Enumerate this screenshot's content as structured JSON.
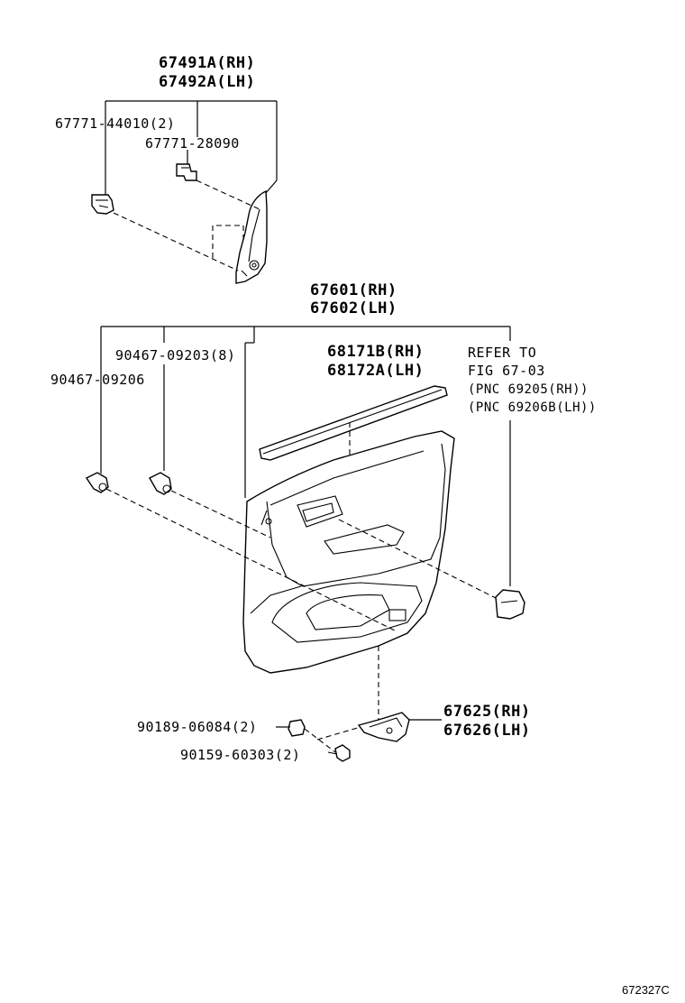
{
  "labels": {
    "trim_rh": "67491A(RH)",
    "trim_lh": "67492A(LH)",
    "clip_a": "67771-44010(2)",
    "clip_b": "67771-28090",
    "panel_rh": "67601(RH)",
    "panel_lh": "67602(LH)",
    "clip_c": "90467-09203(8)",
    "clip_d": "90467-09206",
    "weather_rh": "68171B(RH)",
    "weather_lh": "68172A(LH)",
    "refer_1": "REFER TO",
    "refer_2": "FIG 67-03",
    "refer_3": "(PNC 69205(RH))",
    "refer_4": "(PNC 69206B(LH))",
    "bracket_rh": "67625(RH)",
    "bracket_lh": "67626(LH)",
    "nut": "90189-06084(2)",
    "screw": "90159-60303(2)",
    "figure_code": "672327C"
  }
}
